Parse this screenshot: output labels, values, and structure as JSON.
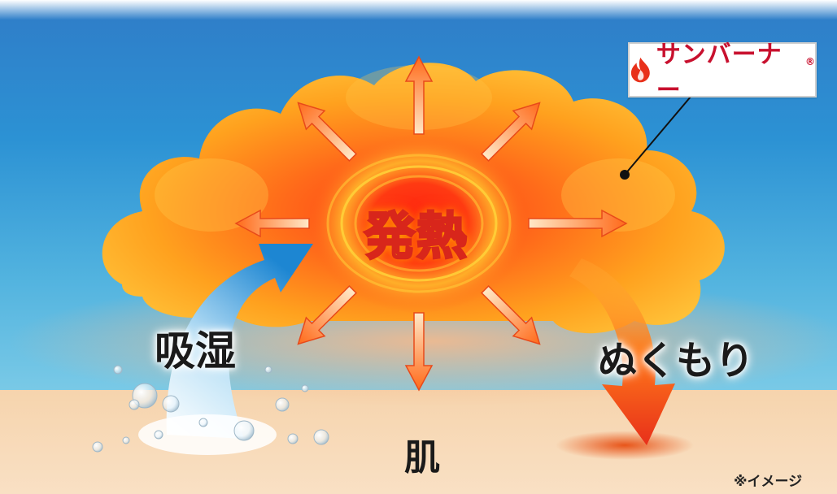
{
  "brand": {
    "name": "サンバーナー",
    "mark": "®",
    "icon": "flame-icon",
    "color": "#c8102e"
  },
  "labels": {
    "heat": "発熱",
    "absorb": "吸湿",
    "warmth": "ぬくもり",
    "skin": "肌",
    "note": "※イメージ"
  },
  "colors": {
    "sky": "#1e7fc8",
    "skin": "#f7d8b5",
    "cloud": "#f9a51c",
    "arrow": "#e84a1a",
    "moisture_arrow": "#2a8fd6"
  }
}
